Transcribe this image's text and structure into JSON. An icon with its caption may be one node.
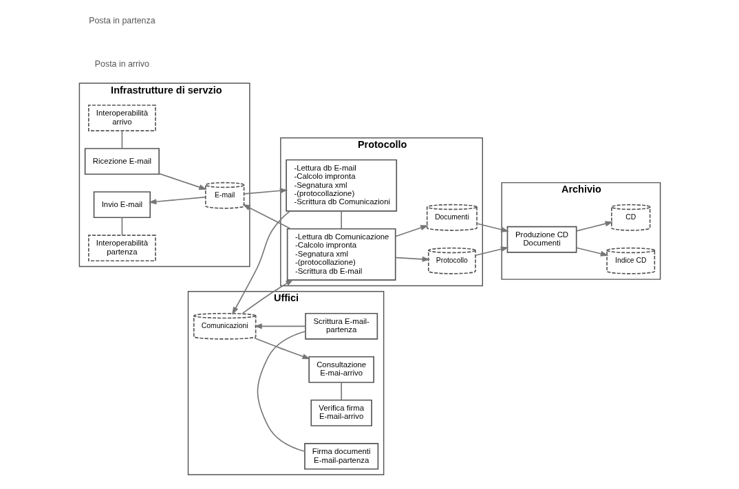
{
  "diagram": {
    "nodes": [
      {
        "text": [
          "Infrastrutture di servzio"
        ]
      },
      {
        "text": [
          "Interoperabilità arrivo"
        ],
        "in": 0
      },
      {
        "text": [
          "Ricezione E-mail"
        ],
        "in": 0
      },
      {
        "text": [
          "Invio E-mail"
        ],
        "in": 0
      },
      {
        "text": [
          "Interoperabilità partenza"
        ],
        "in": 0
      },
      {
        "text": [
          "E-mail"
        ],
        "in": 0
      },
      {
        "text": [
          "Protocollo"
        ]
      },
      {
        "text": [
          "-Lettura db E-mail",
          "-Calcolo impronta",
          "-Segnatura xml",
          "-(protocollazione)",
          "-Scrittura db Comunicazioni"
        ],
        "in": 6
      },
      {
        "text": [
          "-Lettura db Comunicazione",
          "-Calcolo impronta",
          "-Segnatura xml",
          "-(protocollazione)",
          "-Scrittura db E-mail"
        ],
        "in": 6
      },
      {
        "text": [
          "Protocollo"
        ],
        "in": 6
      },
      {
        "text": [
          "Documenti"
        ],
        "in": 6
      },
      {
        "text": [
          "Uffici"
        ]
      },
      {
        "text": [
          "Comunicazioni"
        ],
        "in": 11
      },
      {
        "text": [
          "Verifica firma E-mail-arrivo"
        ],
        "in": 11
      },
      {
        "text": [
          "Consultazione E-mai-arrivo"
        ],
        "in": 11
      },
      {
        "text": [
          "Scrittura E-mail- partenza"
        ],
        "in": 11
      },
      {
        "text": [
          "Firma documenti E-mail-partenza"
        ],
        "in": 11
      },
      {
        "text": [
          "Archivio"
        ]
      },
      {
        "text": [
          "Produzione CD Documenti"
        ],
        "in": 17
      },
      {
        "text": [
          "Indice CD"
        ],
        "in": 17
      },
      {
        "text": [
          "CD"
        ],
        "in": 17
      }
    ],
    "edges": [
      {
        "from": 1,
        "to": 2,
        "arrow": "none"
      },
      {
        "from": 2,
        "to": 5,
        "arrow": "to"
      },
      {
        "from": 5,
        "to": 3,
        "arrow": "to"
      },
      {
        "from": 3,
        "to": 4,
        "arrow": "none"
      },
      {
        "from": 5,
        "to": 7,
        "arrow": "to"
      },
      {
        "from": 7,
        "to": 12,
        "arrow": "to"
      },
      {
        "from": 12,
        "to": 8,
        "arrow": "to"
      },
      {
        "from": 8,
        "to": 5,
        "arrow": "to"
      },
      {
        "from": 7,
        "to": 8,
        "arrow": "none"
      },
      {
        "from": 8,
        "to": 9,
        "arrow": "to"
      },
      {
        "from": 8,
        "to": 10,
        "arrow": "to"
      },
      {
        "from": 12,
        "to": 14,
        "arrow": "to"
      },
      {
        "from": 13,
        "to": 14,
        "arrow": "none"
      },
      {
        "from": 15,
        "to": 12,
        "arrow": "to"
      },
      {
        "from": 15,
        "to": 16,
        "arrow": "none"
      },
      {
        "from": 9,
        "to": 18,
        "arrow": "to"
      },
      {
        "from": 10,
        "to": 18,
        "arrow": "to"
      },
      {
        "from": 18,
        "to": 19,
        "arrow": "to"
      },
      {
        "from": 18,
        "to": 20,
        "arrow": "to"
      }
    ],
    "labels": [
      "Posta in arrivo",
      "Posta in partenza"
    ]
  }
}
